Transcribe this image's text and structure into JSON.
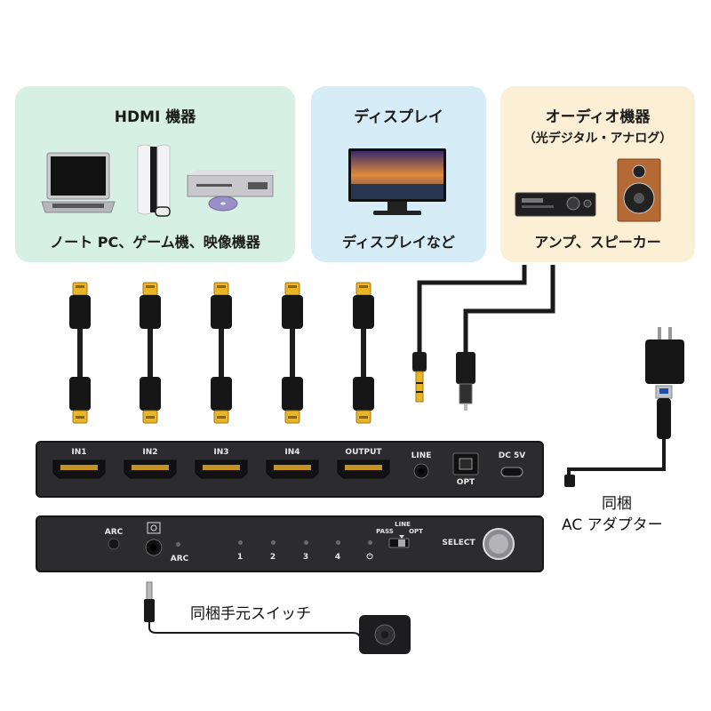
{
  "panels": {
    "hdmi": {
      "title": "HDMI 機器",
      "caption": "ノート PC、ゲーム機、映像機器"
    },
    "display": {
      "title": "ディスプレイ",
      "caption": "ディスプレイなど"
    },
    "audio": {
      "title": "オーディオ機器",
      "subtitle": "（光デジタル・アナログ）",
      "caption": "アンプ、スピーカー"
    }
  },
  "rear_panel": {
    "ports": [
      {
        "label": "IN1"
      },
      {
        "label": "IN2"
      },
      {
        "label": "IN3"
      },
      {
        "label": "IN4"
      },
      {
        "label": "OUTPUT"
      }
    ],
    "line_label": "LINE",
    "opt_label": "OPT",
    "dc_label": "DC 5V"
  },
  "front_panel": {
    "arc_button_label": "ARC",
    "arc_led_label": "ARC",
    "leds": [
      {
        "label": "1"
      },
      {
        "label": "2"
      },
      {
        "label": "3"
      },
      {
        "label": "4"
      },
      {
        "label": "⏻"
      }
    ],
    "switch_top_label": "LINE",
    "switch_pass_label": "PASS",
    "switch_opt_label": "OPT",
    "select_label": "SELECT"
  },
  "notes": {
    "adapter_line1": "同梱",
    "adapter_line2": "AC アダプター",
    "remote": "同梱手元スイッチ"
  },
  "colors": {
    "hdmi_panel": "#d7f0e5",
    "display_panel": "#d6ecf7",
    "audio_panel": "#fbefd5",
    "device_body": "#2c2c2e",
    "connector_gold": "#e9b526"
  }
}
